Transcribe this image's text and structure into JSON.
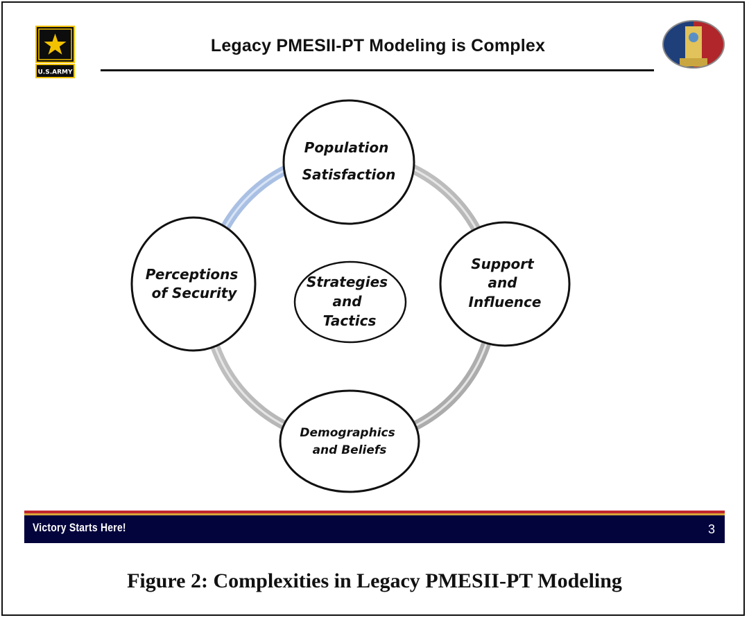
{
  "slide": {
    "title": "Legacy PMESII-PT Modeling is Complex",
    "page_number": "3",
    "footer_slogan": "Victory Starts Here!"
  },
  "logos": {
    "left": {
      "icon": "us-army-star-logo",
      "text": "U.S.ARMY"
    },
    "right": {
      "icon": "unit-seal-icon"
    }
  },
  "diagram": {
    "center": {
      "lines": [
        "Strategies",
        "and",
        "Tactics"
      ]
    },
    "nodes": {
      "top": {
        "lines": [
          "Population",
          "Satisfaction"
        ]
      },
      "right": {
        "lines": [
          "Support",
          "and",
          "Influence"
        ]
      },
      "bottom": {
        "lines": [
          "Demographics",
          "and Beliefs"
        ]
      },
      "left": {
        "lines": [
          "Perceptions",
          "of Security"
        ]
      }
    },
    "ring_colors": {
      "main": "#b4b4b4",
      "highlight": "#a9c0e4"
    }
  },
  "caption": "Figure 2: Complexities in Legacy PMESII-PT Modeling",
  "colors": {
    "footer_bar": "#04043d",
    "footer_red": "#c2272d",
    "footer_gold": "#d9a43a",
    "army_gold": "#f2c200"
  }
}
